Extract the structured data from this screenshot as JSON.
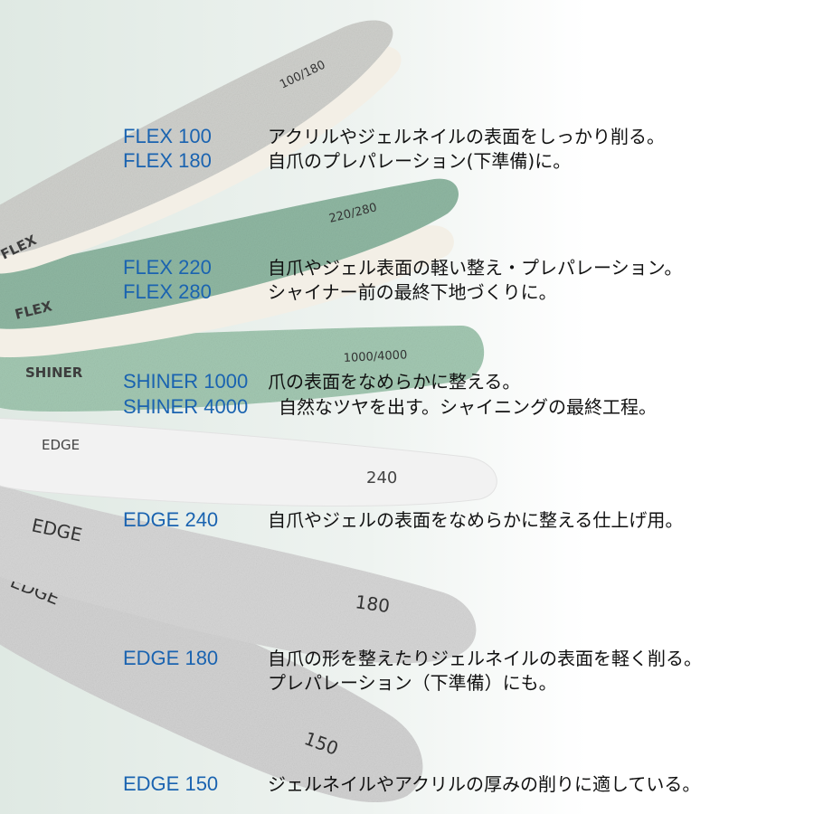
{
  "files": [
    {
      "id": "flex-100-180",
      "brand": "FLEX",
      "grit": "100/180",
      "color": "#cfd0cc"
    },
    {
      "id": "flex-220-280",
      "brand": "FLEX",
      "grit": "220/280",
      "color": "#8fb7a2"
    },
    {
      "id": "shiner-1000-4000",
      "brand": "SHINER",
      "grit": "1000/4000",
      "color": "#a3c8b2"
    },
    {
      "id": "edge-240",
      "brand": "EDGE",
      "grit": "240",
      "color": "#f2f2f2"
    },
    {
      "id": "edge-180",
      "brand": "EDGE",
      "grit": "180",
      "color": "#d6d6d6"
    },
    {
      "id": "edge-150",
      "brand": "EDGE",
      "grit": "150",
      "color": "#d2d2d2"
    }
  ],
  "labels": {
    "flex100": "FLEX 100",
    "flex180": "FLEX 180",
    "flex220": "FLEX 220",
    "flex280": "FLEX 280",
    "shiner1000": "SHINER 1000",
    "shiner4000": "SHINER 4000",
    "edge240": "EDGE 240",
    "edge180": "EDGE 180",
    "edge150": "EDGE 150"
  },
  "descriptions": {
    "flex100": "アクリルやジェルネイルの表面をしっかり削る。",
    "flex180": "自爪のプレパレーション(下準備)に。",
    "flex220": "自爪やジェル表面の軽い整え・プレパレーション。",
    "flex280": "シャイナー前の最終下地づくりに。",
    "shiner1000": "爪の表面をなめらかに整える。",
    "shiner4000": "自然なツヤを出す。シャイニングの最終工程。",
    "edge240": "自爪やジェルの表面をなめらかに整える仕上げ用。",
    "edge180_line1": "自爪の形を整えたりジェルネイルの表面を軽く削る。",
    "edge180_line2": "プレパレーション（下準備）にも。",
    "edge150": "ジェルネイルやアクリルの厚みの削りに適している。"
  },
  "accent_color": "#1a63b0"
}
